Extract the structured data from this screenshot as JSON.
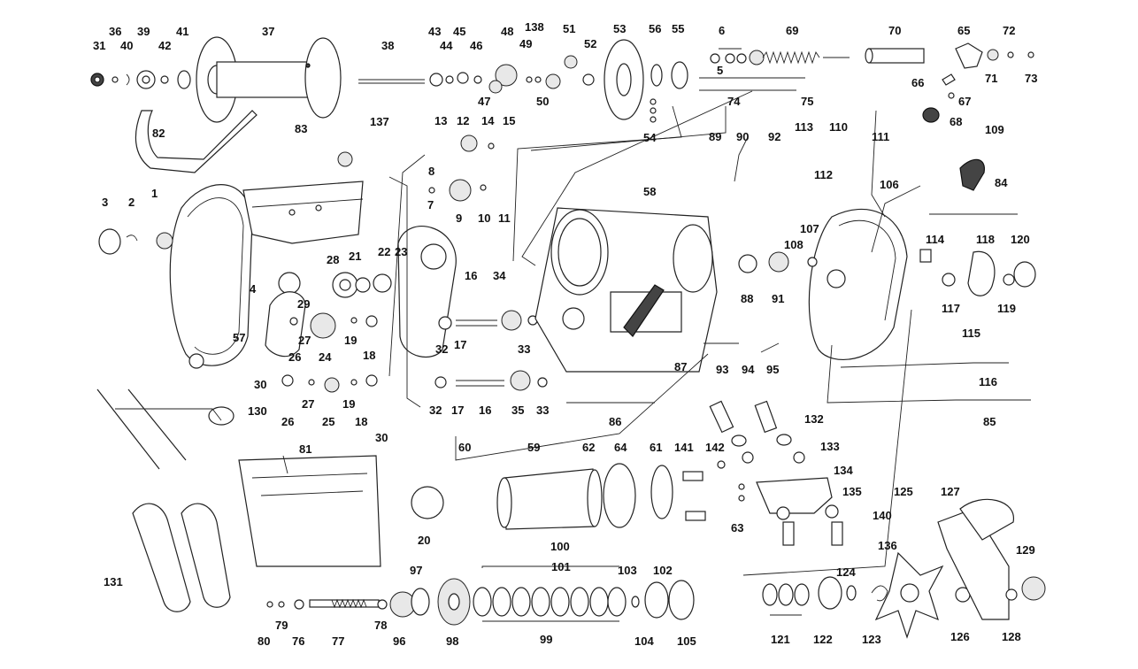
{
  "diagram": {
    "labels": {
      "p1": "1",
      "p2": "2",
      "p3": "3",
      "p4": "4",
      "p5": "5",
      "p6": "6",
      "p7": "7",
      "p8": "8",
      "p9": "9",
      "p10": "10",
      "p11": "11",
      "p12": "12",
      "p13": "13",
      "p14": "14",
      "p15": "15",
      "p16a": "16",
      "p16b": "16",
      "p17a": "17",
      "p17b": "17",
      "p18a": "18",
      "p18b": "18",
      "p19a": "19",
      "p19b": "19",
      "p20": "20",
      "p21": "21",
      "p22": "22",
      "p23": "23",
      "p24": "24",
      "p25": "25",
      "p26a": "26",
      "p26b": "26",
      "p27a": "27",
      "p27b": "27",
      "p28": "28",
      "p29": "29",
      "p30a": "30",
      "p30b": "30",
      "p31": "31",
      "p32a": "32",
      "p32b": "32",
      "p33a": "33",
      "p33b": "33",
      "p34": "34",
      "p35": "35",
      "p36": "36",
      "p37": "37",
      "p38": "38",
      "p39": "39",
      "p40": "40",
      "p41": "41",
      "p42": "42",
      "p43": "43",
      "p44": "44",
      "p45": "45",
      "p46": "46",
      "p47": "47",
      "p48": "48",
      "p49": "49",
      "p50": "50",
      "p51": "51",
      "p52": "52",
      "p53": "53",
      "p54": "54",
      "p55": "55",
      "p56": "56",
      "p57": "57",
      "p58": "58",
      "p59": "59",
      "p60": "60",
      "p61": "61",
      "p62": "62",
      "p63": "63",
      "p64": "64",
      "p65": "65",
      "p66": "66",
      "p67": "67",
      "p68": "68",
      "p69": "69",
      "p70": "70",
      "p71": "71",
      "p72": "72",
      "p73": "73",
      "p74": "74",
      "p75": "75",
      "p76": "76",
      "p77": "77",
      "p78": "78",
      "p79": "79",
      "p80": "80",
      "p81": "81",
      "p82": "82",
      "p83": "83",
      "p84": "84",
      "p85": "85",
      "p86": "86",
      "p87": "87",
      "p88": "88",
      "p89": "89",
      "p90": "90",
      "p91": "91",
      "p92": "92",
      "p93": "93",
      "p94": "94",
      "p95": "95",
      "p96": "96",
      "p97": "97",
      "p98": "98",
      "p99": "99",
      "p100": "100",
      "p101": "101",
      "p102": "102",
      "p103": "103",
      "p104": "104",
      "p105": "105",
      "p106": "106",
      "p107": "107",
      "p108": "108",
      "p109": "109",
      "p110": "110",
      "p111": "111",
      "p112": "112",
      "p113": "113",
      "p114": "114",
      "p115": "115",
      "p116": "116",
      "p117": "117",
      "p118": "118",
      "p119": "119",
      "p120": "120",
      "p121": "121",
      "p122": "122",
      "p123": "123",
      "p124": "124",
      "p125": "125",
      "p126": "126",
      "p127": "127",
      "p128": "128",
      "p129": "129",
      "p130": "130",
      "p131": "131",
      "p132": "132",
      "p133": "133",
      "p134": "134",
      "p135": "135",
      "p136": "136",
      "p137": "137",
      "p138": "138",
      "p140": "140",
      "p141": "141",
      "p142": "142"
    }
  }
}
